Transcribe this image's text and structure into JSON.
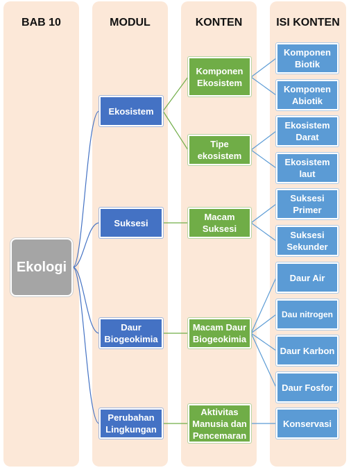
{
  "columns": [
    {
      "title": "BAB 10"
    },
    {
      "title": "MODUL"
    },
    {
      "title": "KONTEN"
    },
    {
      "title": "ISI KONTEN"
    }
  ],
  "root": {
    "label": "Ekologi"
  },
  "modules": [
    {
      "label": "Ekosistem"
    },
    {
      "label": "Suksesi"
    },
    {
      "label": "Daur Biogeokimia"
    },
    {
      "label": "Perubahan Lingkungan"
    }
  ],
  "contents": [
    {
      "label": "Komponen Ekosistem"
    },
    {
      "label": "Tipe ekosistem"
    },
    {
      "label": "Macam Suksesi"
    },
    {
      "label": "Macam Daur Biogeokimia"
    },
    {
      "label": "Aktivitas Manusia dan Pencemaran"
    }
  ],
  "items": [
    {
      "label": "Komponen Biotik"
    },
    {
      "label": "Komponen Abiotik"
    },
    {
      "label": "Ekosistem Darat"
    },
    {
      "label": "Ekosistem laut"
    },
    {
      "label": "Suksesi Primer"
    },
    {
      "label": "Suksesi Sekunder"
    },
    {
      "label": "Daur Air"
    },
    {
      "label": "Dau nitrogen"
    },
    {
      "label": "Daur Karbon"
    },
    {
      "label": "Daur Fosfor"
    },
    {
      "label": "Konservasi"
    }
  ],
  "colors": {
    "column_bg": "#fce8d8",
    "root": "#a5a5a5",
    "module": "#4472c4",
    "content": "#70ad47",
    "item": "#5b9bd5"
  }
}
